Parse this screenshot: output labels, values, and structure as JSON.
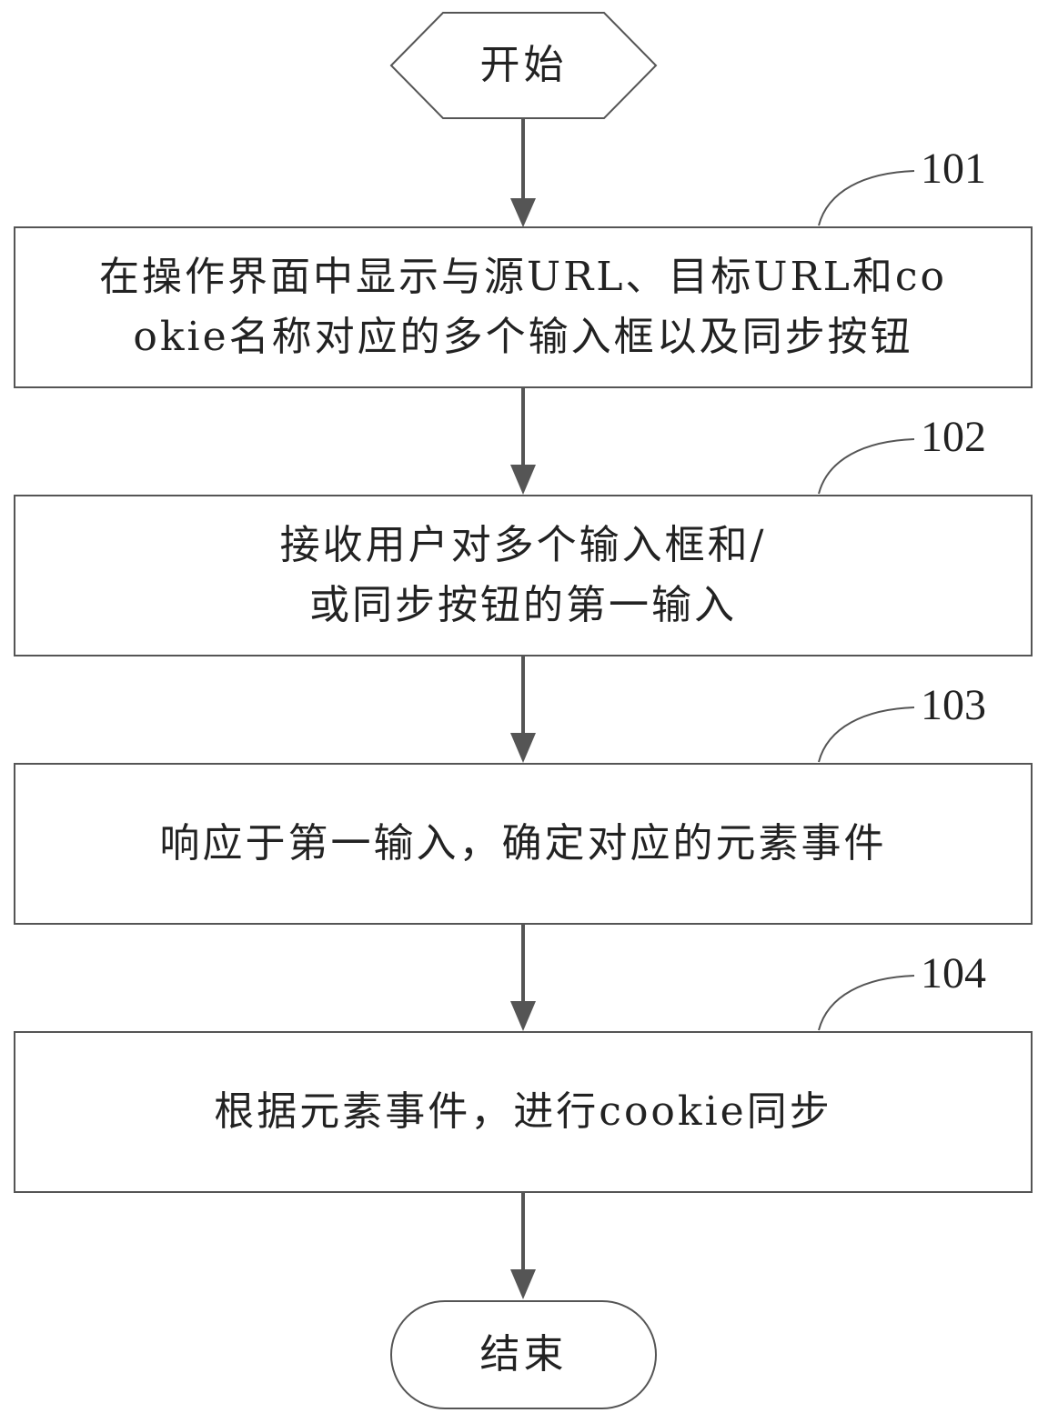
{
  "flowchart": {
    "start": {
      "label": "开始"
    },
    "end": {
      "label": "结束"
    },
    "steps": [
      {
        "ref": "101",
        "lines": [
          "在操作界面中显示与源URL、目标URL和co",
          "okie名称对应的多个输入框以及同步按钮"
        ]
      },
      {
        "ref": "102",
        "lines": [
          "接收用户对多个输入框和/",
          "或同步按钮的第一输入"
        ]
      },
      {
        "ref": "103",
        "lines": [
          "响应于第一输入，确定对应的元素事件"
        ]
      },
      {
        "ref": "104",
        "lines": [
          "根据元素事件，进行cookie同步"
        ]
      }
    ]
  },
  "colors": {
    "stroke": "#555555",
    "text": "#222222",
    "background": "#ffffff"
  }
}
